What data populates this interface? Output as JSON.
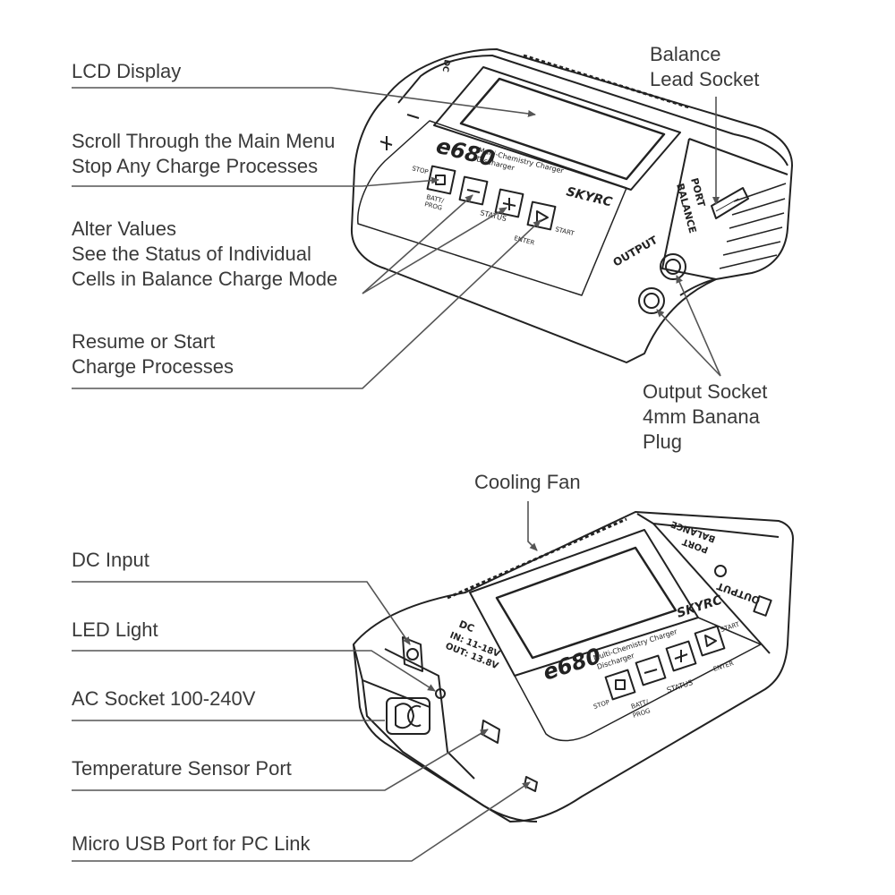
{
  "callouts_top": {
    "lcd_display": "LCD Display",
    "scroll_line1": "Scroll Through the Main Menu",
    "scroll_line2": "Stop Any Charge Processes",
    "alter_line1": "Alter Values",
    "alter_line2": "See the Status of Individual",
    "alter_line3": "Cells in Balance Charge Mode",
    "resume_line1": "Resume or Start",
    "resume_line2": "Charge Processes",
    "balance_line1": "Balance",
    "balance_line2": "Lead Socket",
    "output_line1": "Output Socket",
    "output_line2": "4mm Banana",
    "output_line3": "Plug"
  },
  "callouts_bottom": {
    "cooling_fan": "Cooling Fan",
    "dc_input": "DC Input",
    "led_light": "LED Light",
    "ac_socket": "AC Socket 100-240V",
    "temp_sensor": "Temperature Sensor Port",
    "micro_usb": "Micro USB Port for PC Link"
  },
  "device": {
    "model": "e680",
    "subtitle1": "Multi-Chemistry Charger",
    "subtitle2": "Discharger",
    "brand": "SKYRC",
    "btn_stop": "STOP",
    "btn_batt": "BATT/",
    "btn_prog": "PROG",
    "btn_status": "STATUS",
    "btn_start": "START",
    "btn_enter": "ENTER",
    "output": "OUTPUT",
    "balance1": "BALANCE",
    "balance2": "PORT",
    "dc_label": "DC",
    "in_spec": "IN: 11-18V",
    "out_spec": "OUT: 13.8V"
  }
}
